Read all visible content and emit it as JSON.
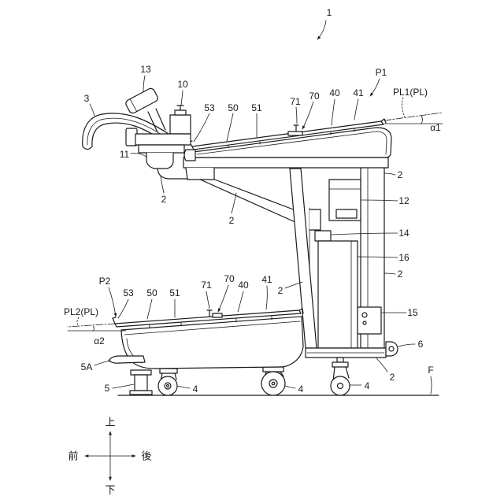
{
  "device_ref": "1",
  "handle_unit": {
    "r3": "3",
    "r13": "13",
    "r10": "10",
    "r11": "11"
  },
  "upper_tray": {
    "position_label": "P1",
    "plane_label": "PL1(PL)",
    "angle_label": "α1",
    "refs": {
      "r53": "53",
      "r50": "50",
      "r51": "51",
      "r71": "71",
      "r70": "70",
      "r40": "40",
      "r41": "41"
    }
  },
  "frame": {
    "refs_2": [
      "2",
      "2",
      "2",
      "2",
      "2",
      "2"
    ],
    "r12": "12",
    "r14": "14",
    "r16": "16",
    "r15": "15",
    "r6": "6"
  },
  "lower_tray": {
    "position_label": "P2",
    "plane_label": "PL2(PL)",
    "angle_label": "α2",
    "refs": {
      "r53": "53",
      "r50": "50",
      "r51": "51",
      "r71": "71",
      "r70": "70",
      "r40": "40",
      "r41": "41"
    },
    "r5A": "5A",
    "r5": "5"
  },
  "casters": [
    "4",
    "4",
    "4"
  ],
  "floor_label": "F",
  "directions": {
    "up": "上",
    "down": "下",
    "front": "前",
    "rear": "後"
  },
  "colors": {
    "ink": "#1a1a1a",
    "paper": "#ffffff"
  }
}
